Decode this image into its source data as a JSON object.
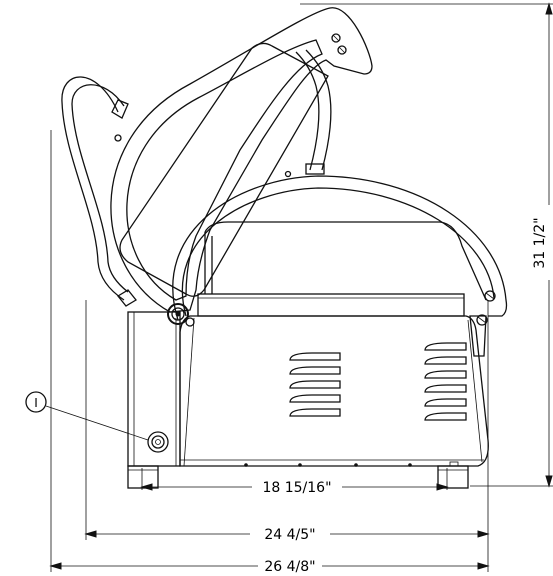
{
  "dimensions": {
    "foot_span": "18 15/16\"",
    "base_depth": "24 4/5\"",
    "overall_depth": "26 4/8\"",
    "overall_height": "31 1/2\""
  },
  "callout": {
    "label": "I"
  },
  "icons": [
    "vent-louver",
    "knob",
    "screw-head",
    "hinge-pivot"
  ]
}
